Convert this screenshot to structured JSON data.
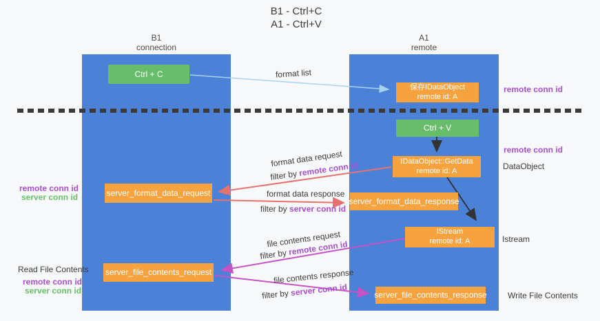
{
  "title": {
    "line1": "B1 - Ctrl+C",
    "line2": "A1 - Ctrl+V"
  },
  "lanes": {
    "left": {
      "name": "B1",
      "role": "connection"
    },
    "right": {
      "name": "A1",
      "role": "remote"
    }
  },
  "nodes": {
    "ctrl_c": {
      "label": "Ctrl + C"
    },
    "save_idataobject": {
      "line1": "保存IDataObject",
      "line2": "remote id: A"
    },
    "ctrl_v": {
      "label": "Ctrl + V"
    },
    "getdata": {
      "line1": "IDataObject::GetData",
      "line2": "remote id: A"
    },
    "format_request": {
      "label": "server_format_data_request"
    },
    "format_response": {
      "label": "server_format_data_response"
    },
    "istream": {
      "line1": "IStream",
      "line2": "remote id: A"
    },
    "file_request": {
      "label": "server_file_contents_request"
    },
    "file_response": {
      "label": "server_file_contents_response"
    }
  },
  "flows": {
    "format_list": "format list",
    "format_data_request": "format data request",
    "format_data_response": "format data response",
    "file_contents_request": "file contents request",
    "file_contents_response": "file contents response",
    "filter_by": "filter by",
    "remote_conn_id": "remote conn id",
    "server_conn_id": "server conn id"
  },
  "side_labels": {
    "remote_conn_id": "remote conn id",
    "server_conn_id": "server conn id",
    "dataobject": "DataObject",
    "istream": "Istream",
    "read_file_contents": "Read File Contents",
    "write_file_contents": "Write File Contents"
  },
  "colors": {
    "lane_blue": "#4b82d8",
    "node_orange": "#f6a33f",
    "node_green": "#68bd6a",
    "arrow_light_blue": "#a7d3f2",
    "arrow_black": "#333333",
    "arrow_salmon": "#e8716d",
    "arrow_magenta": "#c653c6",
    "text_purple": "#a850d0",
    "text_green": "#67c267"
  }
}
